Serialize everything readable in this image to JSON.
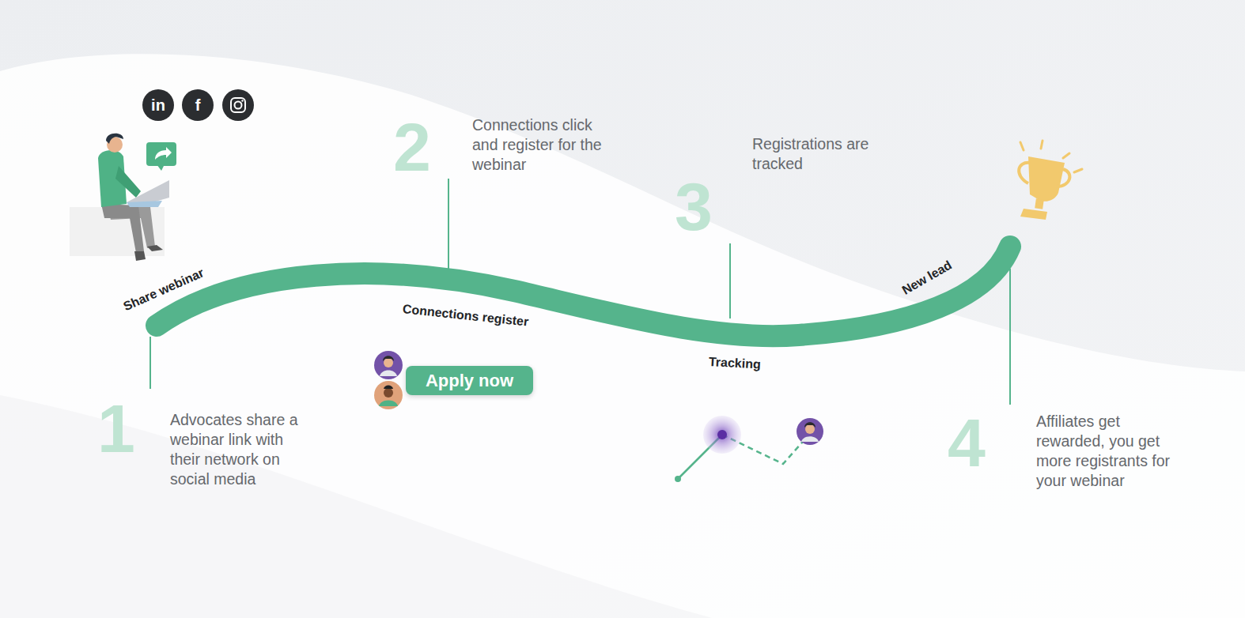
{
  "diagram": {
    "nodes": [
      {
        "text": [
          "in"
        ]
      },
      {
        "text": [
          "f"
        ]
      },
      {
        "text": [
          "Apply now"
        ]
      }
    ],
    "labels": [
      "Share webinar",
      "Connections register",
      "Tracking",
      "New lead",
      "1",
      "Advocates share a webinar link with their network on social media",
      "2",
      "Connections click and register for the webinar",
      "3",
      "Registrations are tracked",
      "4",
      "Affiliates get rewarded, you get more registrants for your webinar"
    ]
  }
}
